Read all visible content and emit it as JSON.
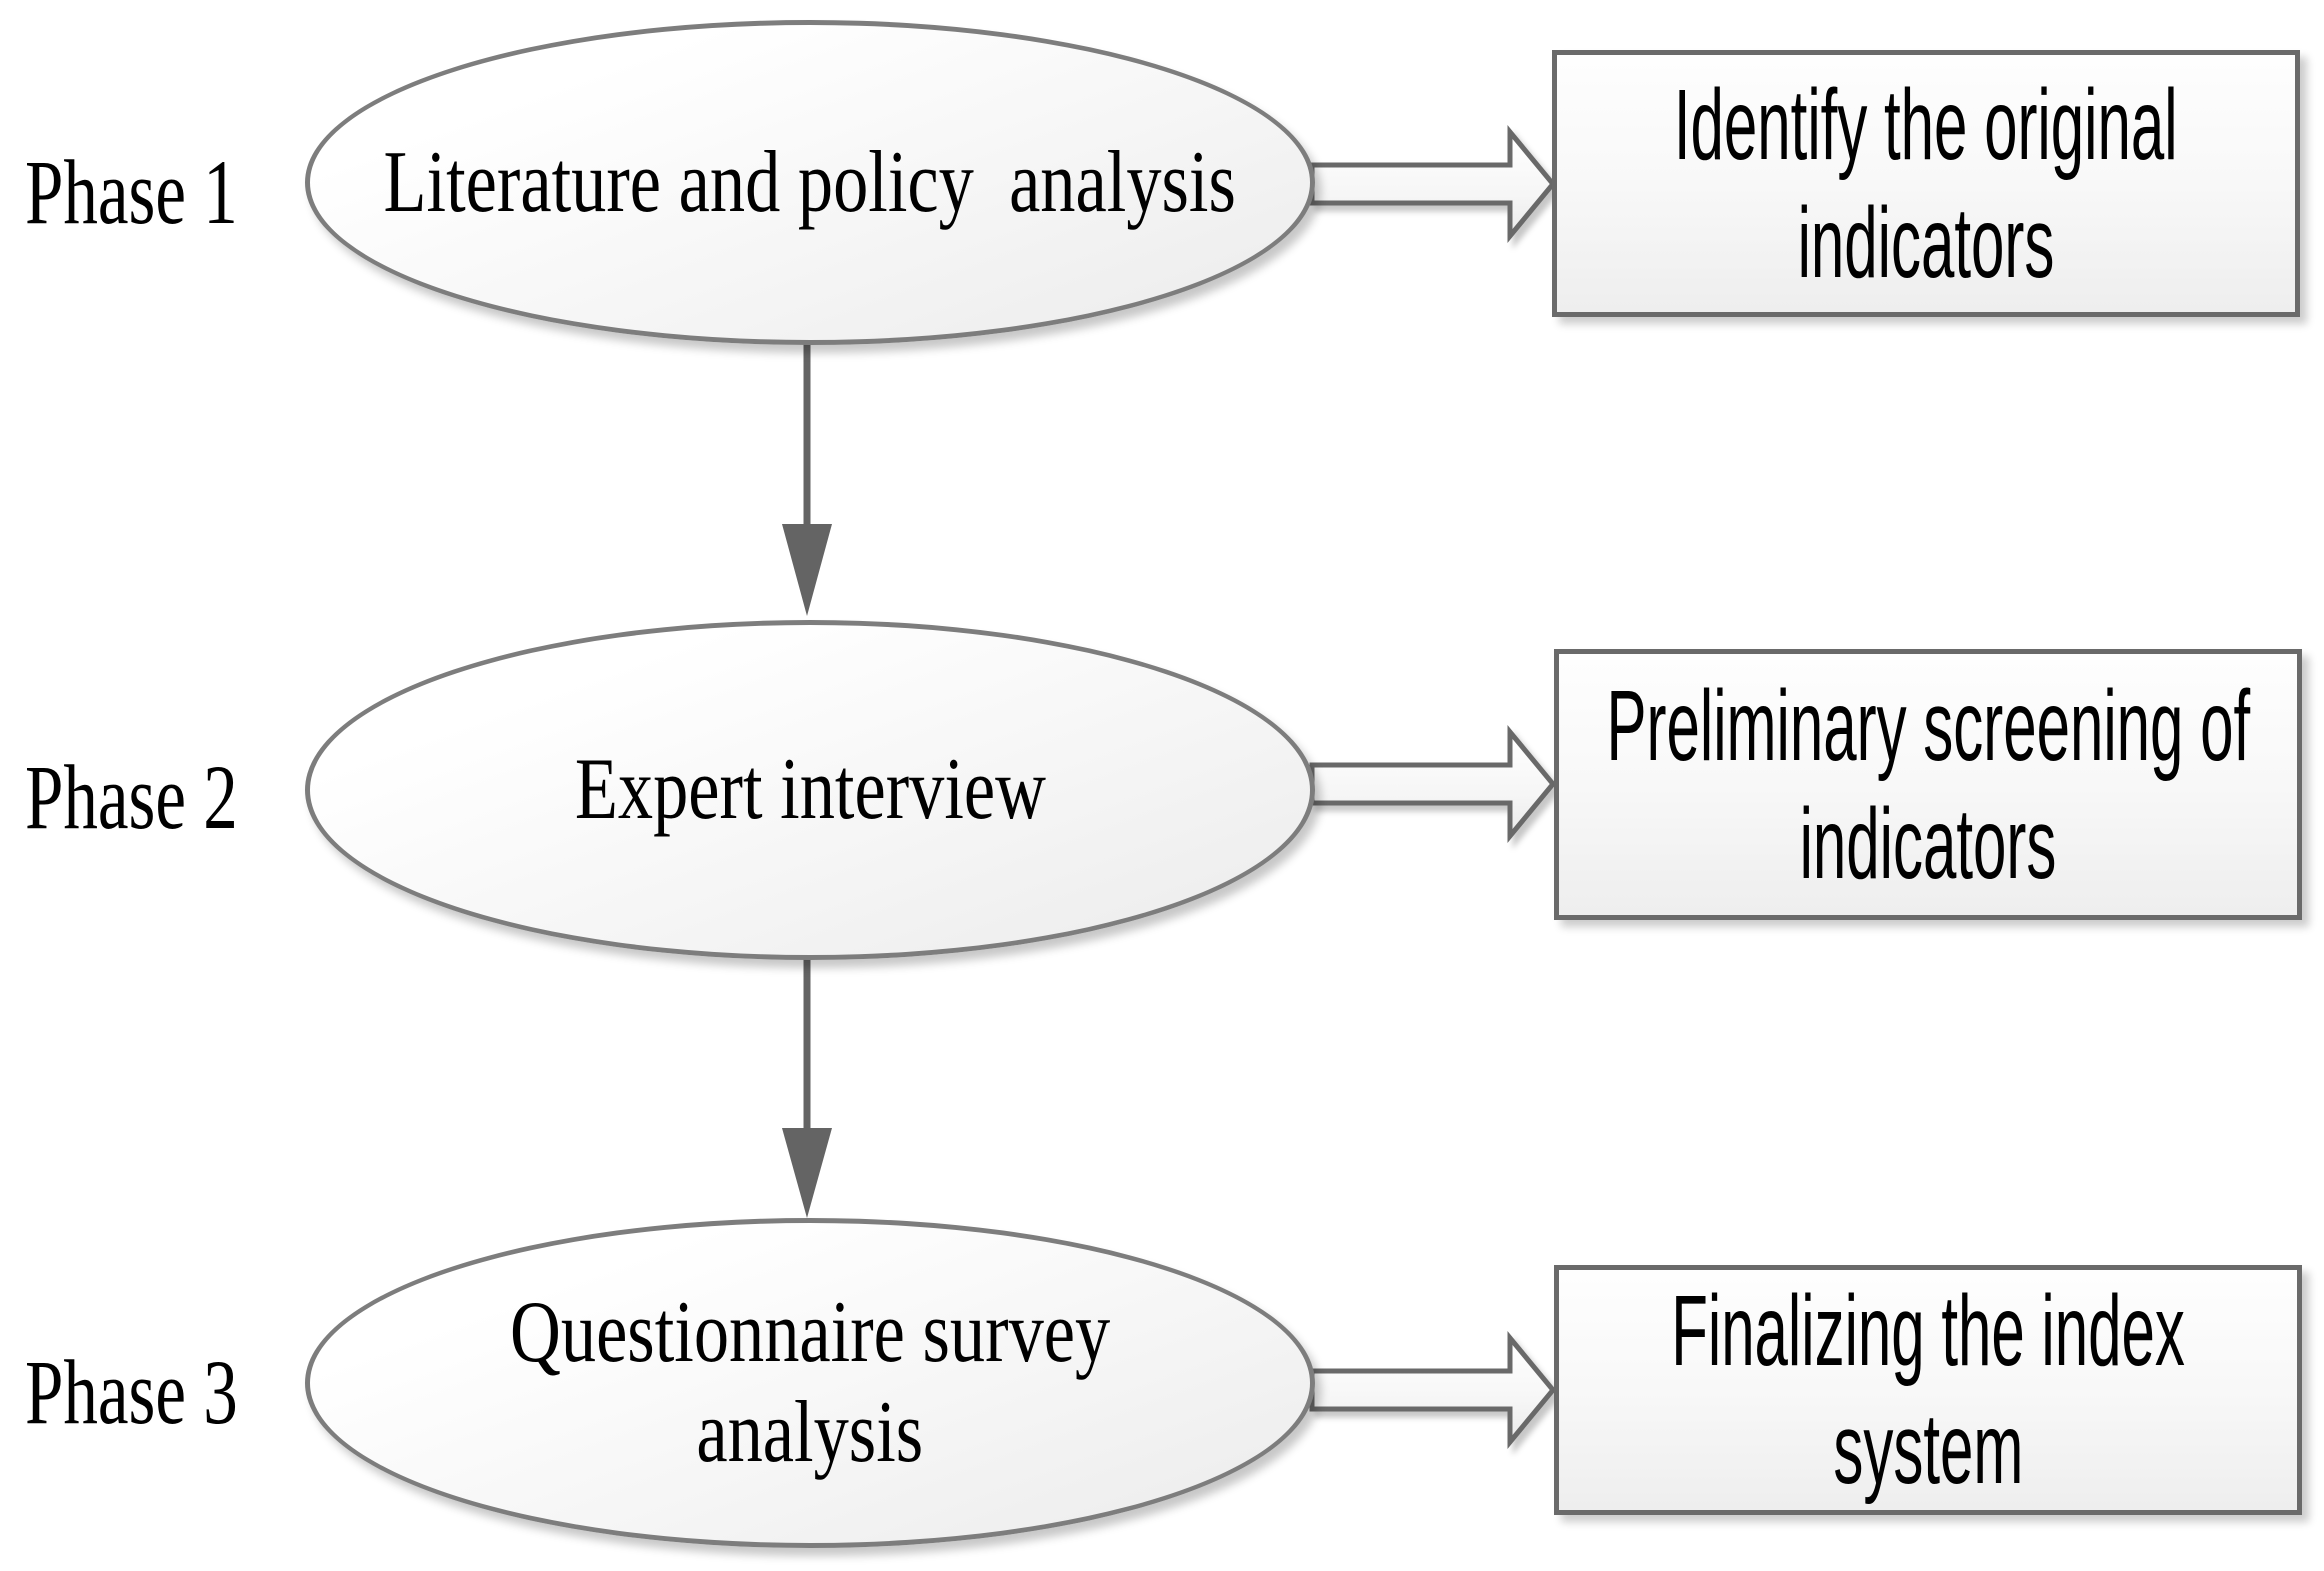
{
  "diagram": {
    "background": "#ffffff",
    "phases": [
      {
        "label": "Phase 1",
        "ellipse_lines": [
          "Literature and policy  analysis"
        ],
        "box_lines": [
          "Identify the original",
          "indicators"
        ]
      },
      {
        "label": "Phase 2",
        "ellipse_lines": [
          "Expert interview"
        ],
        "box_lines": [
          "Preliminary screening of",
          "indicators"
        ]
      },
      {
        "label": "Phase 3",
        "ellipse_lines": [
          "Questionnaire survey",
          "analysis"
        ],
        "box_lines": [
          "Finalizing the index",
          "system"
        ]
      }
    ],
    "colors": {
      "ellipse_border": "#7d7d7d",
      "box_border": "#6a6a6a",
      "arrow": "#646464",
      "text": "#000000"
    }
  }
}
